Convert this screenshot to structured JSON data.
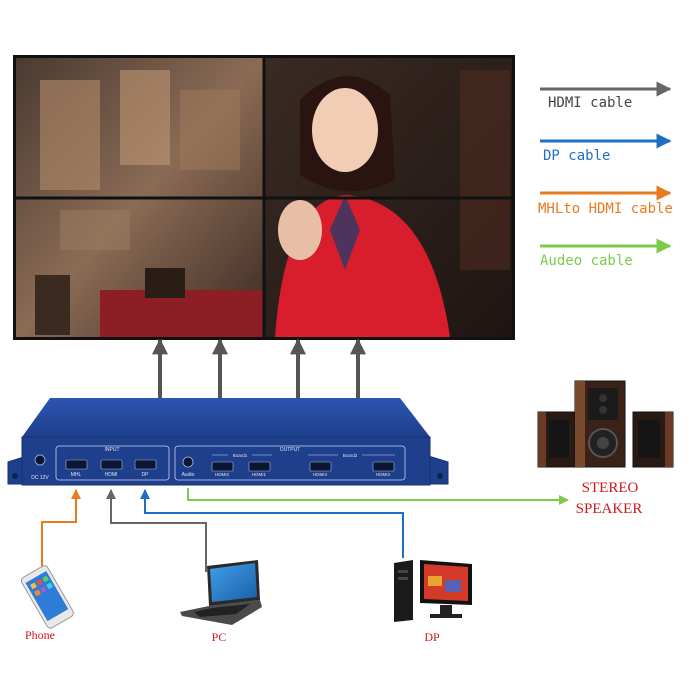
{
  "legend": {
    "hdmi": {
      "label": "HDMI cable",
      "color": "#666666"
    },
    "dp": {
      "label": "DP cable",
      "color": "#1f6fc0"
    },
    "mhl": {
      "label": "MHLto HDMI cable",
      "color": "#e87b1e"
    },
    "audio": {
      "label": "Audeo cable",
      "color": "#7ccb4c"
    }
  },
  "device": {
    "power_label": "DC 12V",
    "input_group_label": "INPUT",
    "output_group_label": "OUTPUT",
    "inputs": [
      "MHL",
      "HDMI",
      "DP"
    ],
    "audio_port_label": "Audio",
    "board1_label": "Board1",
    "board2_label": "Board2",
    "outputs": [
      "HDMI2",
      "HDMI1",
      "HDMI4",
      "HDMI3"
    ]
  },
  "sources": {
    "phone": "Phone",
    "pc": "PC",
    "dp": "DP"
  },
  "speaker": {
    "line1": "STEREO",
    "line2": "SPEAKER"
  },
  "colors": {
    "device_body": "#1e3f8c",
    "device_edge": "#14306e",
    "arrow_gray": "#555555",
    "label_red": "#d01818"
  }
}
